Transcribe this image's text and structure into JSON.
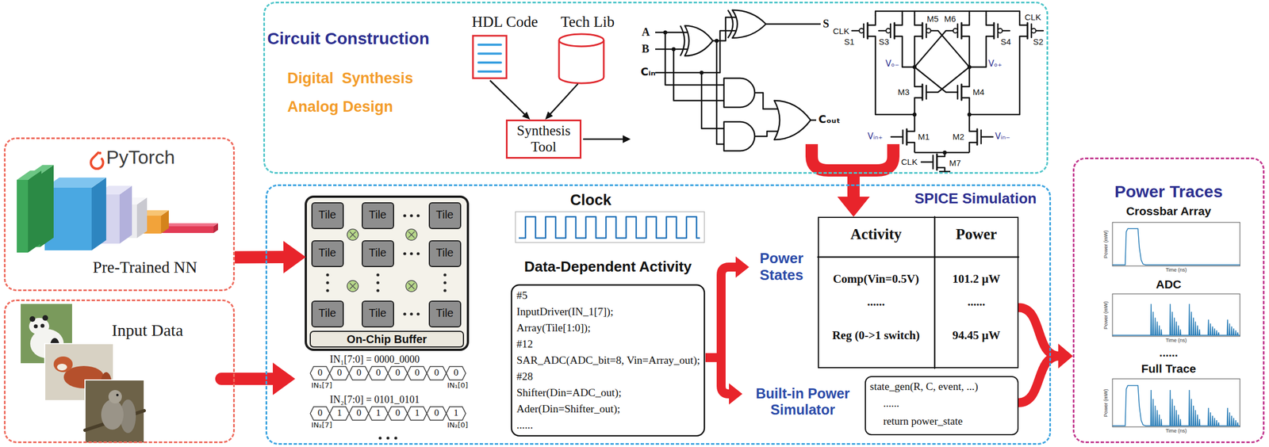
{
  "diagram": {
    "nodes": [
      {
        "text": [
          "PyTorch",
          "Pre-Trained NN"
        ]
      },
      {
        "text": [
          "Input Data"
        ]
      },
      {
        "text": [
          "Circuit Construction",
          "Digital  Synthesis",
          "Analog Design"
        ]
      },
      {
        "text": [
          "HDL Code"
        ],
        "in": 2
      },
      {
        "text": [
          "Tech Lib"
        ],
        "in": 2
      },
      {
        "text": [
          "Synthesis Tool"
        ],
        "in": 2
      },
      {
        "text": [
          "SPICE Simulation"
        ]
      },
      {
        "text": [
          "On-Chip Buffer"
        ],
        "in": 6
      },
      {
        "text": [
          "Tile"
        ],
        "in": 7
      },
      {
        "text": [
          "Tile"
        ],
        "in": 7
      },
      {
        "text": [
          "Tile"
        ],
        "in": 7
      },
      {
        "text": [
          "Tile"
        ],
        "in": 7
      },
      {
        "text": [
          "Tile"
        ],
        "in": 7
      },
      {
        "text": [
          "Tile"
        ],
        "in": 7
      },
      {
        "text": [
          "Tile"
        ],
        "in": 7
      },
      {
        "text": [
          "Tile"
        ],
        "in": 7
      },
      {
        "text": [
          "Tile"
        ],
        "in": 7
      },
      {
        "text": [
          "Data-Dependent Activity",
          "#5",
          "InputDriver(IN_1[7]);",
          "Array(Tile[1:0]);",
          "#12",
          "SAR_ADC(ADC_bit=8, Vin=Array_out);",
          "#28",
          "Shifter(Din=ADC_out);",
          "Ader(Din=Shifter_out);",
          "......"
        ],
        "in": 6
      },
      {
        "text": [
          "Activity",
          "Power",
          "Comp(Vin=0.5V)",
          "101.2 µW",
          "......",
          "......",
          "Reg (0->1 switch)",
          "94.45 µW"
        ],
        "in": 6
      },
      {
        "text": [
          "state_gen(R, C, event, ...)",
          "......",
          "return power_state"
        ],
        "in": 6
      },
      {
        "text": [
          "Power Traces",
          "Crossbar Array",
          "ADC",
          "......",
          "Full Trace"
        ]
      }
    ],
    "edges": [
      {
        "from": 3,
        "to": 5,
        "arrow": "to"
      },
      {
        "from": 4,
        "to": 5,
        "arrow": "to"
      },
      {
        "from": 0,
        "to": 7,
        "arrow": "to"
      },
      {
        "from": 2,
        "to": 18,
        "arrow": "to"
      },
      {
        "from": 18,
        "to": 20,
        "arrow": "to"
      },
      {
        "from": 19,
        "to": 20,
        "arrow": "to"
      }
    ],
    "labels": [
      "A",
      "B",
      "Cᵢₙ",
      "S",
      "Cₒᵤₜ",
      "CLK",
      "S1",
      "S3",
      "M5",
      "M6",
      "S4",
      "S2",
      "CLK",
      "Vₒ₋",
      "Vₒ₊",
      "M3",
      "M4",
      "Vᵢₙ₊",
      "M1",
      "M2",
      "Vᵢₙ₋",
      "CLK",
      "M7",
      "Clock",
      "IN₁[7:0] = 0000_0000",
      "0",
      "0",
      "0",
      "0",
      "0",
      "0",
      "0",
      "0",
      "IN₁[7]",
      "IN₁[0]",
      "IN₂[7:0] = 0101_0101",
      "0",
      "1",
      "0",
      "1",
      "0",
      "1",
      "0",
      "1",
      "IN₂[7]",
      "IN₂[0]",
      "Power States",
      "Built-in Power Simulator",
      "Power (mW)",
      "Time (ns)",
      "Power (mW)",
      "Time (ns)",
      "Power (mW)",
      "Time (ns)"
    ]
  }
}
